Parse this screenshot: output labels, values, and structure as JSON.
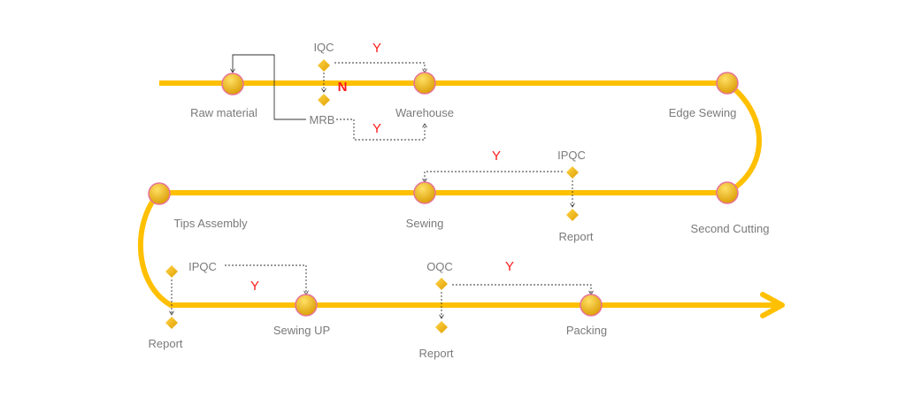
{
  "colors": {
    "track": "#ffc000",
    "node_fill_top": "#ffe066",
    "node_fill_bottom": "#d99a00",
    "node_ring": "#e8739a",
    "label": "#7a7a7a",
    "flag": "#ff1a1a",
    "connector": "#333333"
  },
  "stations": {
    "raw_material": "Raw material",
    "warehouse": "Warehouse",
    "edge_sewing": "Edge Sewing",
    "second_cutting": "Second Cutting",
    "sewing": "Sewing",
    "tips_assembly": "Tips Assembly",
    "sewing_up": "Sewing UP",
    "packing": "Packing"
  },
  "checkpoints": {
    "iqc": "IQC",
    "mrb": "MRB",
    "ipqc_row2": "IPQC",
    "report_row2": "Report",
    "ipqc_row3": "IPQC",
    "report_row3_left": "Report",
    "oqc": "OQC",
    "report_row3_right": "Report"
  },
  "flags": {
    "iqc_yes": "Y",
    "iqc_no": "N",
    "mrb_yes": "Y",
    "ipqc_row2_yes": "Y",
    "ipqc_row3_yes": "Y",
    "oqc_yes": "Y"
  }
}
